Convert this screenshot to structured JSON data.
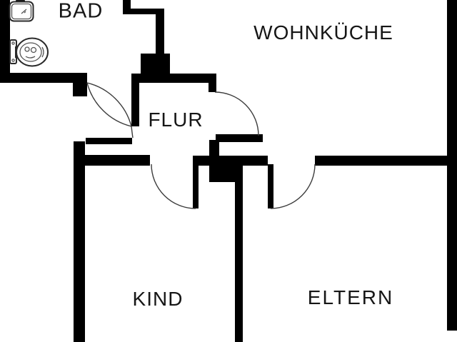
{
  "floor_plan": {
    "colors": {
      "background": "#ffffff",
      "wall": "#000000",
      "text": "#161616",
      "door_line": "#3c3c3c",
      "fixture_line": "#2a2a2a"
    },
    "rooms": [
      {
        "id": "bad",
        "label": "BAD"
      },
      {
        "id": "wohnkueche",
        "label": "WOHNKÜCHE"
      },
      {
        "id": "flur",
        "label": "FLUR"
      },
      {
        "id": "kind",
        "label": "KIND"
      },
      {
        "id": "eltern",
        "label": "ELTERN"
      }
    ],
    "fixtures": [
      {
        "id": "washbasin",
        "name": "washbasin-icon",
        "room": "BAD"
      },
      {
        "id": "toilet",
        "name": "toilet-icon",
        "room": "BAD"
      }
    ],
    "doors": [
      {
        "id": "bad-door",
        "between": [
          "BAD",
          "FLUR"
        ]
      },
      {
        "id": "wohnkueche-door",
        "between": [
          "FLUR",
          "WOHNKÜCHE"
        ]
      },
      {
        "id": "kind-door",
        "between": [
          "FLUR",
          "KIND"
        ]
      },
      {
        "id": "eltern-door",
        "between": [
          "WOHNKÜCHE",
          "ELTERN"
        ]
      }
    ]
  }
}
